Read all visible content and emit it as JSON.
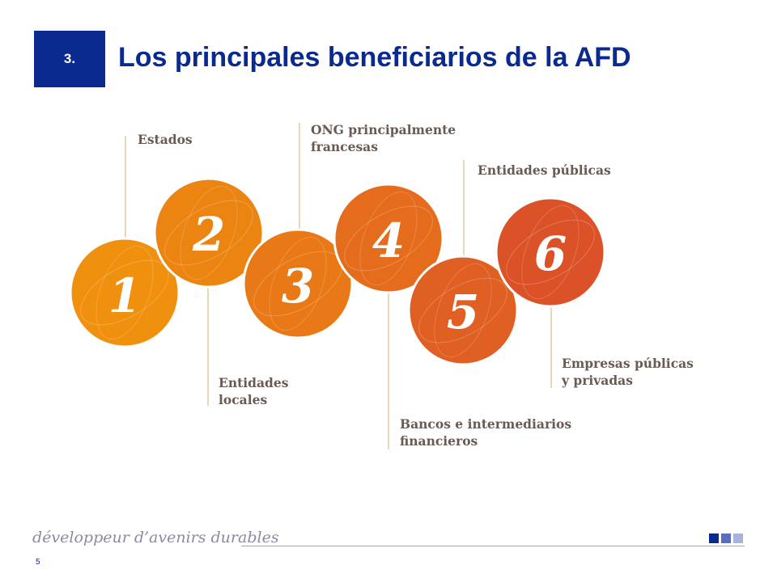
{
  "header": {
    "section_number": "3.",
    "title": "Los principales beneficiarios de la AFD"
  },
  "beneficiaries": [
    {
      "number": "1",
      "label_lines": [
        "Estados"
      ],
      "color": "#f0900f"
    },
    {
      "number": "2",
      "label_lines": [
        "Entidades",
        "locales"
      ],
      "color": "#ec8412"
    },
    {
      "number": "3",
      "label_lines": [
        "ONG principalmente",
        "francesas"
      ],
      "color": "#e97916"
    },
    {
      "number": "4",
      "label_lines": [
        "Bancos e intermediarios",
        "financieros"
      ],
      "color": "#e56c1c"
    },
    {
      "number": "5",
      "label_lines": [
        "Entidades públicas"
      ],
      "color": "#e05f22"
    },
    {
      "number": "6",
      "label_lines": [
        "Empresas públicas",
        "y privadas"
      ],
      "color": "#db5228"
    }
  ],
  "footer": {
    "tagline": "développeur d’avenirs durables",
    "page_number": "5",
    "square_colors": [
      "#0a2a8f",
      "#5a6cc0",
      "#a8b2dc"
    ]
  },
  "colors": {
    "brand_blue": "#0a2a8f",
    "connector_line": "#e6c9a0",
    "label_text": "#6a5a52"
  }
}
